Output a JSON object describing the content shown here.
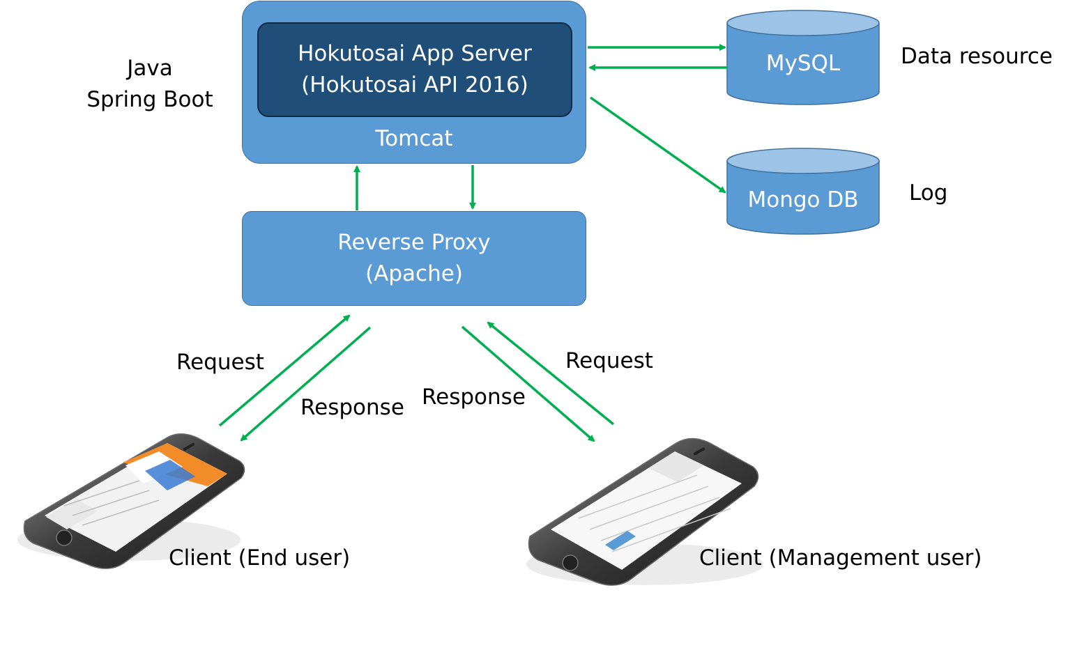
{
  "diagram": {
    "app_server": {
      "line1": "Hokutosai App Server",
      "line2": "(Hokutosai API 2016)"
    },
    "container": {
      "label": "Tomcat"
    },
    "framework": {
      "line1": "Java",
      "line2": "Spring Boot"
    },
    "proxy": {
      "line1": "Reverse Proxy",
      "line2": "(Apache)"
    },
    "databases": [
      {
        "name": "MySQL",
        "role": "Data resource"
      },
      {
        "name": "Mongo DB",
        "role": "Log"
      }
    ],
    "flows": {
      "left_request": "Request",
      "left_response": "Response",
      "right_request": "Request",
      "right_response": "Response"
    },
    "clients": [
      {
        "label": "Client (End user)"
      },
      {
        "label": "Client (Management user)"
      }
    ],
    "colors": {
      "box_fill": "#5b9bd5",
      "box_border": "#41719c",
      "server_fill": "#1f4e79",
      "arrow": "#00b050",
      "cylinder_top": "#9dc3e6"
    }
  }
}
